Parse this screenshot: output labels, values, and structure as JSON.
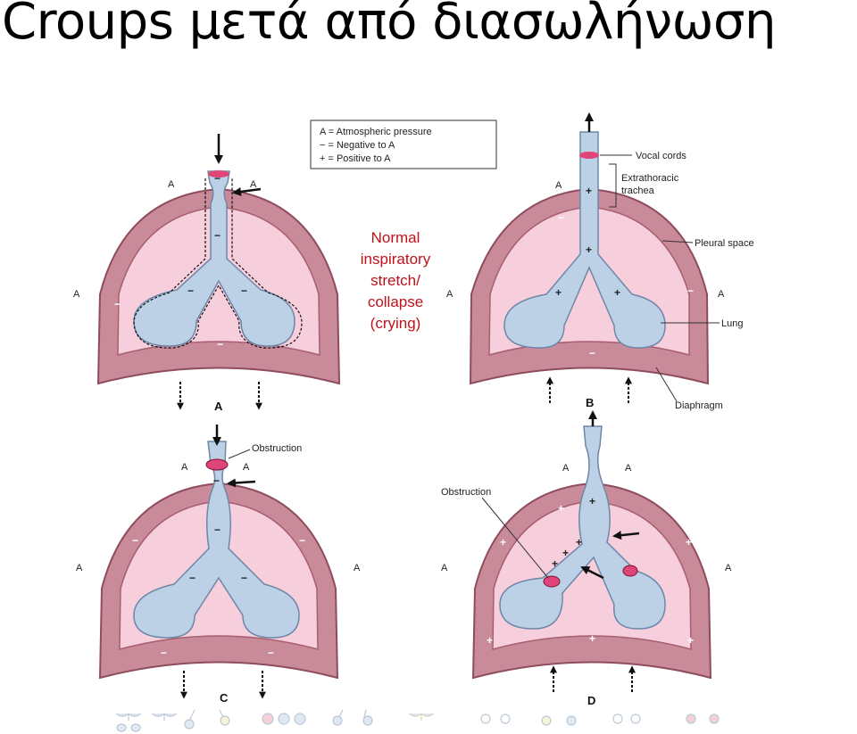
{
  "title": "Croups μετά από διασωλήνωση",
  "legend": {
    "items": [
      "A = Atmospheric pressure",
      "− = Negative to A",
      "+ = Positive to A"
    ]
  },
  "annotation": {
    "lines": [
      "Normal",
      "inspiratory",
      "stretch/",
      "collapse",
      "(crying)"
    ]
  },
  "labels": {
    "vocal_cords": "Vocal cords",
    "extrathoracic_1": "Extrathoracic",
    "extrathoracic_2": "trachea",
    "pleural_space": "Pleural space",
    "lung": "Lung",
    "diaphragm": "Diaphragm",
    "obstruction": "Obstruction",
    "atmospheric": "A",
    "minus": "−",
    "plus": "+"
  },
  "panels": [
    "A",
    "B",
    "C",
    "D"
  ],
  "colors": {
    "chest_wall": "#c98a99",
    "chest_wall_dark": "#8f4c5c",
    "pleura": "#f7cfdc",
    "airway": "#bcd0e6",
    "airway_stroke": "#6d87a8",
    "cords": "#e0457a",
    "annotation_red": "#c0101a"
  }
}
